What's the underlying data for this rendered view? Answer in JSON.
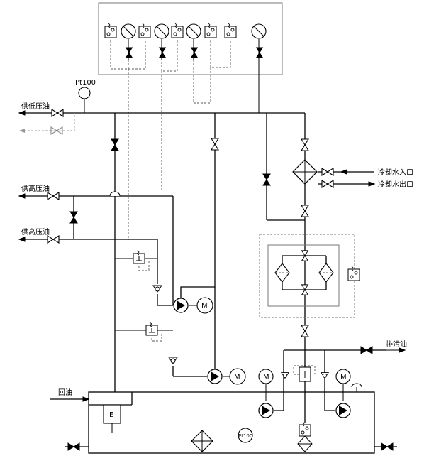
{
  "labels": {
    "low_pressure_oil": "供低压油",
    "high_pressure_oil_1": "供高压油",
    "high_pressure_oil_2": "供高压油",
    "cooling_water_in": "冷却水入口",
    "cooling_water_out": "冷却水出口",
    "drain_oil": "排污油",
    "return_oil": "回油",
    "pt100_top": "Pt100",
    "pt100_tank": "Pt100"
  },
  "motor_symbol": "M",
  "filter_symbol": "E",
  "gauge_panel": {
    "instruments": [
      "pressure-switch",
      "pressure-gauge",
      "pressure-switch",
      "pressure-gauge",
      "pressure-switch",
      "pressure-gauge",
      "pressure-switch",
      "pressure-switch",
      "pressure-gauge"
    ]
  },
  "colors": {
    "line": "#000000",
    "signal": "#555555",
    "frame": "#777777"
  }
}
